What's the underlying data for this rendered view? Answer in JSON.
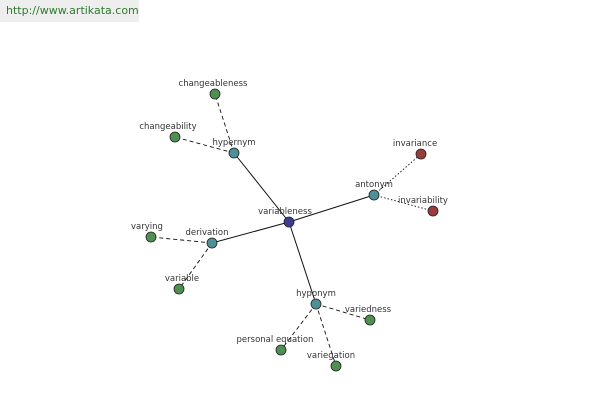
{
  "header": {
    "site_link": "http://www.artikata.com"
  },
  "graph": {
    "colors": {
      "root": "#3c3f8f",
      "relation": "#4f8f96",
      "word": "#4f8f4f",
      "antonym_word": "#9b3b3b",
      "edge": "#111111"
    },
    "nodes": [
      {
        "id": "variableness",
        "label": "variableness",
        "kind": "root"
      },
      {
        "id": "hypernym",
        "label": "hypernym",
        "kind": "relation"
      },
      {
        "id": "antonym",
        "label": "antonym",
        "kind": "relation"
      },
      {
        "id": "derivation",
        "label": "derivation",
        "kind": "relation"
      },
      {
        "id": "hyponym",
        "label": "hyponym",
        "kind": "relation"
      },
      {
        "id": "changeableness",
        "label": "changeableness",
        "kind": "word"
      },
      {
        "id": "changeability",
        "label": "changeability",
        "kind": "word"
      },
      {
        "id": "invariance",
        "label": "invariance",
        "kind": "antonym_word"
      },
      {
        "id": "invariability",
        "label": "invariability",
        "kind": "antonym_word"
      },
      {
        "id": "varying",
        "label": "varying",
        "kind": "word"
      },
      {
        "id": "variable",
        "label": "variable",
        "kind": "word"
      },
      {
        "id": "variedness",
        "label": "variedness",
        "kind": "word"
      },
      {
        "id": "personal-equation",
        "label": "personal equation",
        "kind": "word"
      },
      {
        "id": "variegation",
        "label": "variegation",
        "kind": "word"
      }
    ],
    "edges": [
      {
        "from": "variableness",
        "to": "hypernym",
        "style": "solid"
      },
      {
        "from": "variableness",
        "to": "antonym",
        "style": "solid"
      },
      {
        "from": "variableness",
        "to": "derivation",
        "style": "solid"
      },
      {
        "from": "variableness",
        "to": "hyponym",
        "style": "solid"
      },
      {
        "from": "hypernym",
        "to": "changeableness",
        "style": "dashed"
      },
      {
        "from": "hypernym",
        "to": "changeability",
        "style": "dashed"
      },
      {
        "from": "antonym",
        "to": "invariance",
        "style": "dotted"
      },
      {
        "from": "antonym",
        "to": "invariability",
        "style": "dotted"
      },
      {
        "from": "derivation",
        "to": "varying",
        "style": "dashed"
      },
      {
        "from": "derivation",
        "to": "variable",
        "style": "dashed"
      },
      {
        "from": "hyponym",
        "to": "variedness",
        "style": "dashed"
      },
      {
        "from": "hyponym",
        "to": "personal-equation",
        "style": "dashed"
      },
      {
        "from": "hyponym",
        "to": "variegation",
        "style": "dashed"
      }
    ]
  }
}
